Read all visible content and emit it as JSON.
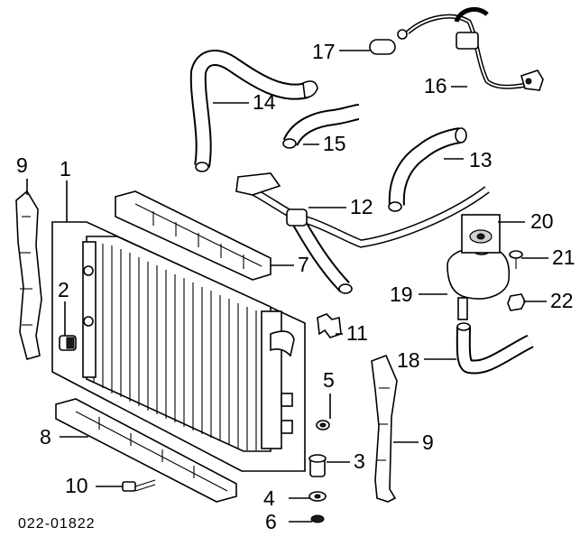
{
  "diagram_code": "022-01822",
  "callouts": {
    "c1": "1",
    "c2": "2",
    "c3": "3",
    "c4": "4",
    "c5": "5",
    "c6": "6",
    "c7": "7",
    "c8": "8",
    "c9_left": "9",
    "c9_right": "9",
    "c10": "10",
    "c11": "11",
    "c12": "12",
    "c13": "13",
    "c14": "14",
    "c15": "15",
    "c16": "16",
    "c17": "17",
    "c18": "18",
    "c19": "19",
    "c20": "20",
    "c21": "21",
    "c22": "22"
  }
}
